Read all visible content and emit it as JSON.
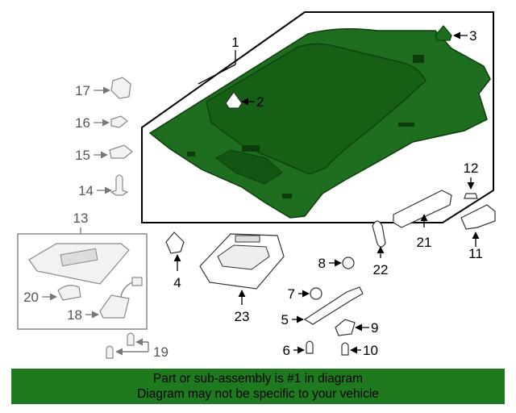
{
  "callouts": {
    "c1": "1",
    "c2": "2",
    "c3": "3",
    "c4": "4",
    "c5": "5",
    "c6": "6",
    "c7": "7",
    "c8": "8",
    "c9": "9",
    "c10": "10",
    "c11": "11",
    "c12": "12",
    "c13": "13",
    "c14": "14",
    "c15": "15",
    "c16": "16",
    "c17": "17",
    "c18": "18",
    "c19": "19",
    "c20": "20",
    "c21": "21",
    "c22": "22",
    "c23": "23"
  },
  "banner": {
    "line1": "Part or sub-assembly is #1 in diagram",
    "line2": "Diagram may not be specific to your vehicle"
  },
  "colors": {
    "headliner_green": "#1f6e1f",
    "banner_green": "#1f7a1f"
  }
}
